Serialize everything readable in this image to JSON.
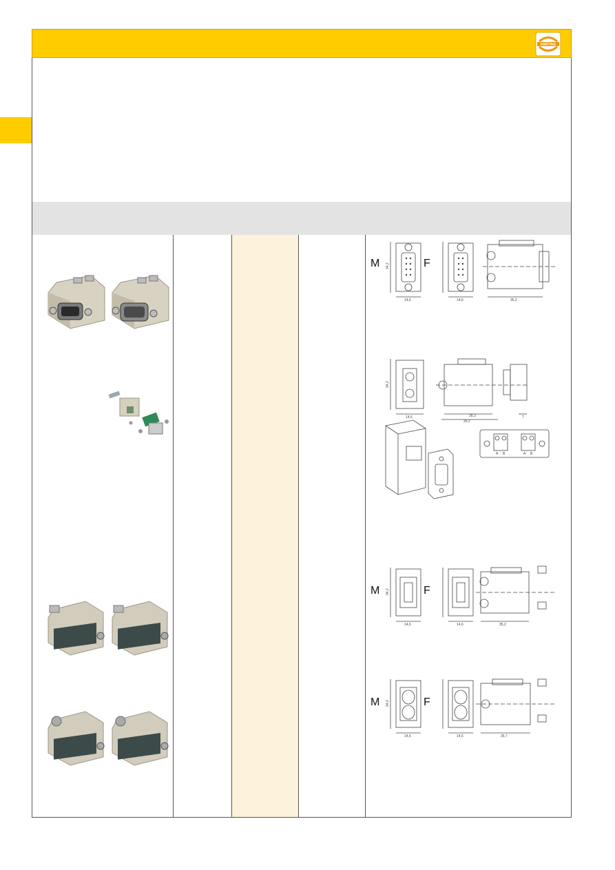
{
  "header": {
    "brand": "HARTING",
    "band_color": "#ffcc00"
  },
  "colors": {
    "subheader": "#e3e3e3",
    "tinted_column": "#fdf3dc",
    "rule": "#555555"
  },
  "rows": [
    {
      "male_label": "M",
      "female_label": "F",
      "dimensions": [
        "34,2",
        "14,6",
        "14,6",
        "35,2"
      ]
    },
    {
      "dimensions": [
        "34,2",
        "14,6",
        "28,3",
        "35,2",
        "7"
      ],
      "terminal_labels": [
        "A",
        "B",
        "A",
        "B"
      ]
    },
    {
      "male_label": "M",
      "female_label": "F",
      "dimensions": [
        "34,2",
        "14,6",
        "14,6",
        "35,2"
      ]
    },
    {
      "male_label": "M",
      "female_label": "F",
      "dimensions": [
        "34,2",
        "14,6",
        "14,6",
        "35,7"
      ]
    }
  ]
}
